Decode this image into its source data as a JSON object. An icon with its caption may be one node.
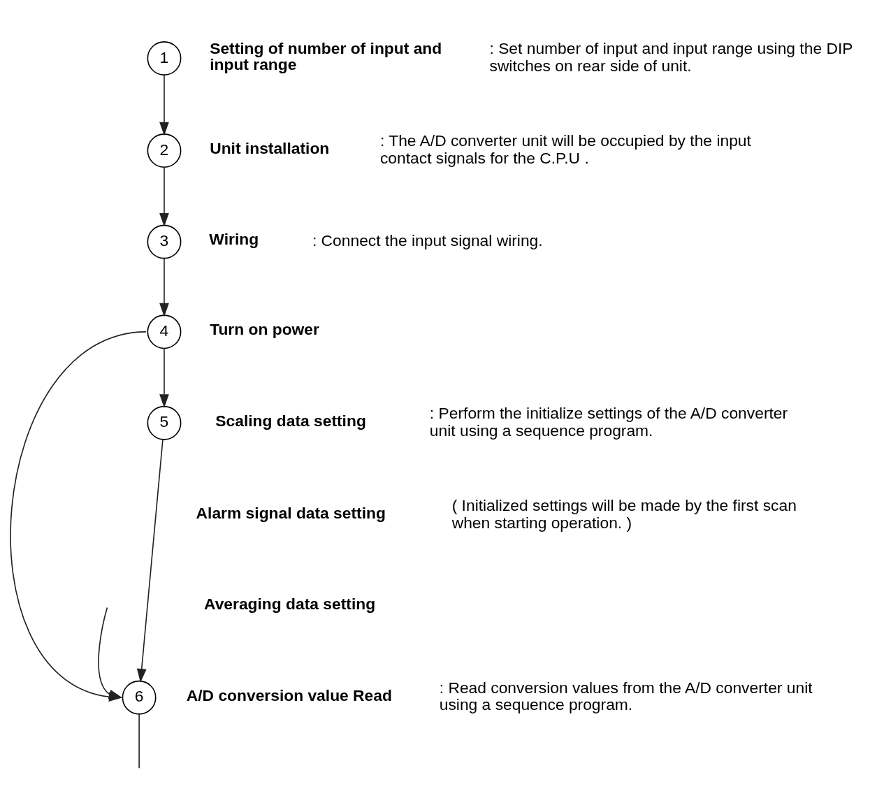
{
  "diagram": {
    "nodes": [
      {
        "text": [
          "1"
        ],
        "beside": [
          "Setting of number of input and input range"
        ]
      },
      {
        "text": [
          "2"
        ],
        "beside": [
          "Unit installation"
        ]
      },
      {
        "text": [
          "3"
        ],
        "beside": [
          "Wiring"
        ]
      },
      {
        "text": [
          "4"
        ],
        "beside": [
          "Turn on power"
        ]
      },
      {
        "text": [
          "5"
        ],
        "beside": [
          "Scaling data setting"
        ]
      },
      {
        "text": [
          "6"
        ],
        "beside": [
          "A/D conversion value Read"
        ]
      }
    ],
    "edges": [
      {
        "from": 0,
        "to": 1,
        "arrow": "to"
      },
      {
        "from": 1,
        "to": 2,
        "arrow": "to"
      },
      {
        "from": 2,
        "to": 3,
        "arrow": "to"
      },
      {
        "from": 3,
        "to": 4,
        "arrow": "to"
      },
      {
        "from": 4,
        "to": 5,
        "arrow": "to"
      },
      {
        "from": 3,
        "to": 5,
        "arrow": "to"
      },
      {
        "from": null,
        "to": 5,
        "arrow": "to"
      },
      {
        "from": 5,
        "to": null,
        "arrow": "none"
      }
    ],
    "labels": [
      ": Set number of input and input range using the DIP switches on rear side of unit.",
      ": The A/D converter unit will be occupied by the input contact signals for the C.P.U .",
      ": Connect the input signal wiring.",
      ": Perform the initialize settings of the A/D converter unit using a sequence program.",
      "( Initialized settings will be made by the first scan when starting operation. )",
      "Alarm signal data setting",
      "Averaging data setting",
      ": Read conversion values from the A/D converter unit using a sequence program."
    ]
  }
}
